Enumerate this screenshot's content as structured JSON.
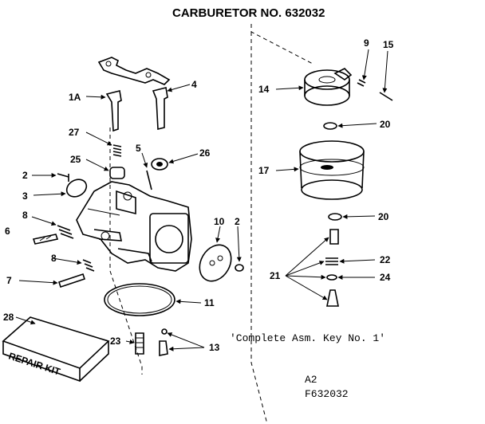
{
  "title": "CARBURETOR NO. 632032",
  "note": "'Complete Asm. Key No. 1'",
  "drawing_code": "A2",
  "drawing_number": "F632032",
  "kit_label": "REPAIR KIT",
  "callouts": {
    "c1a": "1A",
    "c4": "4",
    "c27": "27",
    "c25": "25",
    "c5": "5",
    "c26": "26",
    "c2a": "2",
    "c3": "3",
    "c8a": "8",
    "c6": "6",
    "c8b": "8",
    "c7": "7",
    "c10": "10",
    "c2b": "2",
    "c11": "11",
    "c28": "28",
    "c23": "23",
    "c13": "13",
    "c9": "9",
    "c15": "15",
    "c14": "14",
    "c20a": "20",
    "c17": "17",
    "c20b": "20",
    "c22": "22",
    "c21": "21",
    "c24": "24"
  }
}
